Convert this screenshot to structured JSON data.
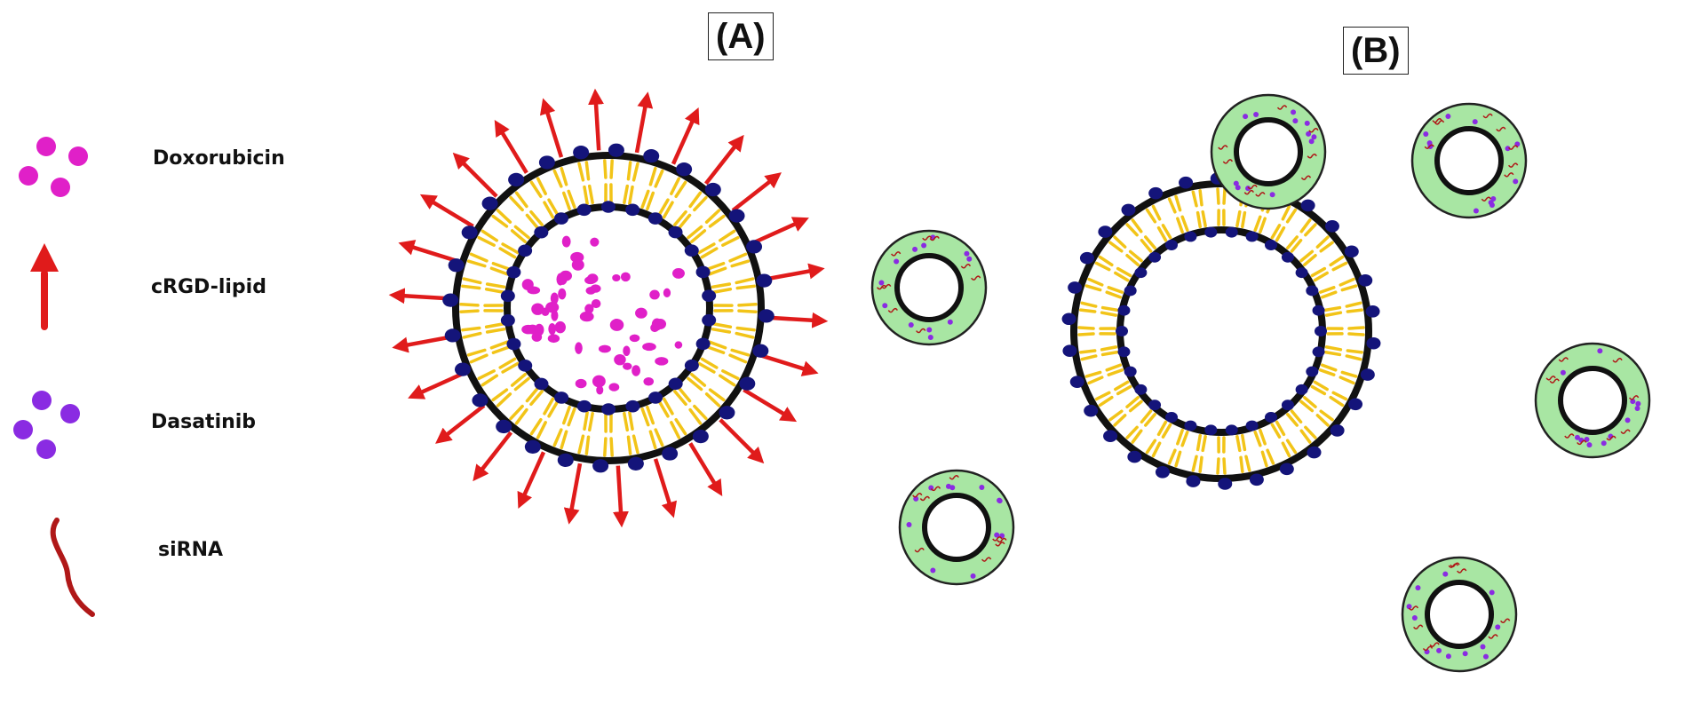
{
  "panels": {
    "a_label": "(A)",
    "b_label": "(B)"
  },
  "legend": {
    "items": [
      {
        "id": "doxorubicin",
        "label": "Doxorubicin",
        "icon": "magenta-dots-icon"
      },
      {
        "id": "crgd",
        "label": "cRGD-lipid",
        "icon": "red-arrow-icon"
      },
      {
        "id": "dasatinib",
        "label": "Dasatinib",
        "icon": "purple-dots-icon"
      },
      {
        "id": "sirna",
        "label": "siRNA",
        "icon": "wavy-strand-icon"
      }
    ]
  },
  "colors": {
    "doxorubicin": "#e020c8",
    "crgd_arrow": "#e01b1b",
    "dasatinib": "#8a2be2",
    "sirna": "#b01818",
    "lipid_head": "#14147a",
    "lipid_tail": "#f2c418",
    "membrane": "#111111",
    "vesicle_fill": "#a8e6a3"
  }
}
